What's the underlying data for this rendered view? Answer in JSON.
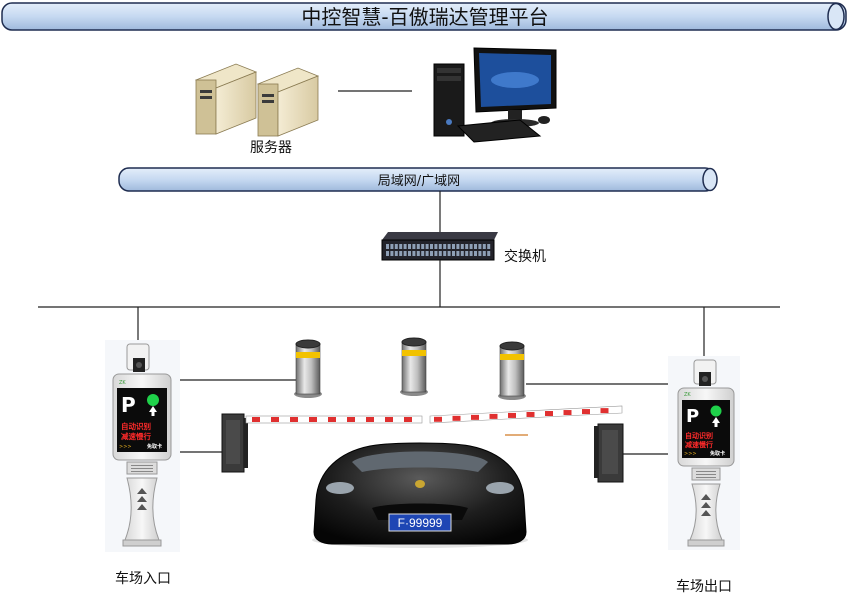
{
  "title_bar": {
    "text": "中控智慧-百傲瑞达管理平台"
  },
  "network_bar": {
    "text": "局域网/广域网"
  },
  "labels": {
    "server": "服务器",
    "switch": "交换机",
    "entrance": "车场入口",
    "exit": "车场出口"
  },
  "terminal_screen": {
    "line1": "自动识别",
    "line2": "减速慢行",
    "footer": "免取卡"
  },
  "license_plate": "F·99999",
  "colors": {
    "pipe_fill": "#c6d9f1",
    "pipe_stroke": "#1f2d50",
    "barrier_red": "#e03030",
    "bollard_yellow": "#f2c200"
  }
}
